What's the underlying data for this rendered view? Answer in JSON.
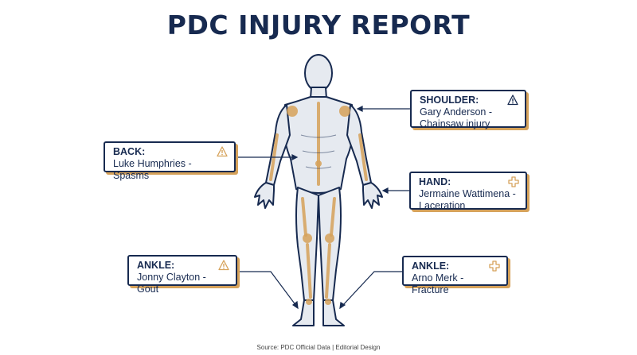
{
  "title": "PDC INJURY REPORT",
  "source": "Source: PDC Official Data | Editorial Design",
  "colors": {
    "navy": "#172a50",
    "accent": "#d6a25a",
    "body": "#e6eaf0"
  },
  "callouts": [
    {
      "id": "shoulder",
      "label": "SHOULDER:",
      "detail": "Gary Anderson - Chainsaw injury",
      "icon": "warning-icon"
    },
    {
      "id": "back",
      "label": "BACK:",
      "detail": "Luke Humphries - Spasms",
      "icon": "warning-icon"
    },
    {
      "id": "hand",
      "label": "HAND:",
      "detail": "Jermaine Wattimena - Laceration",
      "icon": "medical-cross-icon"
    },
    {
      "id": "ankle-left",
      "label": "ANKLE:",
      "detail": "Jonny Clayton - Gout",
      "icon": "warning-icon"
    },
    {
      "id": "ankle-right",
      "label": "ANKLE:",
      "detail": "Arno Merk - Fracture",
      "icon": "medical-cross-icon"
    }
  ]
}
